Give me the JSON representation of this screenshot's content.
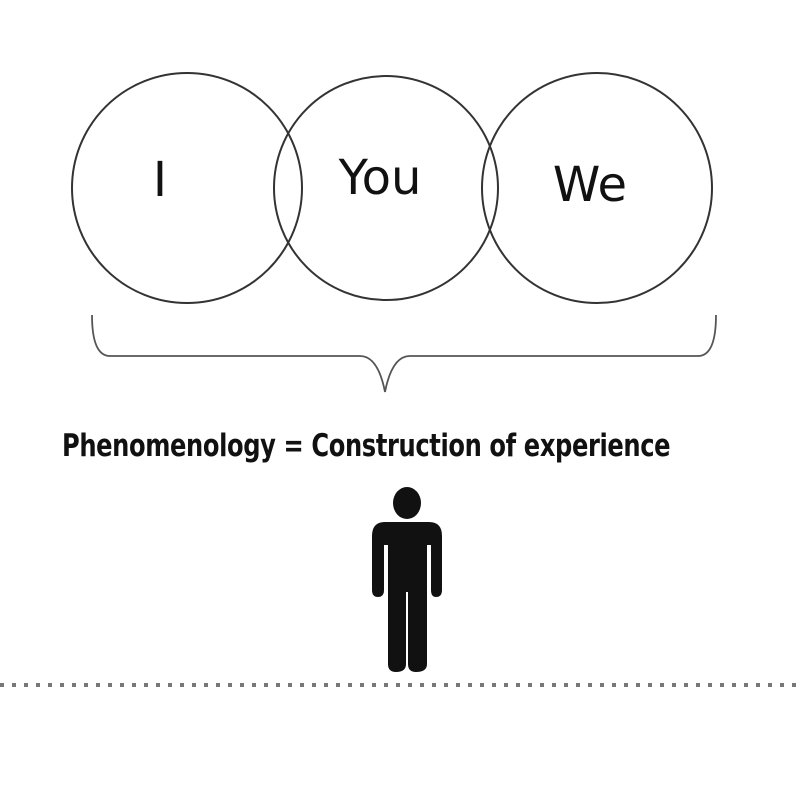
{
  "circles": [
    {
      "label": "I"
    },
    {
      "label": "You"
    },
    {
      "label": "We"
    }
  ],
  "caption": "Phenomenology = Construction of experience",
  "colors": {
    "stroke": "#333333",
    "figure": "#111111",
    "dots": "#777777"
  }
}
